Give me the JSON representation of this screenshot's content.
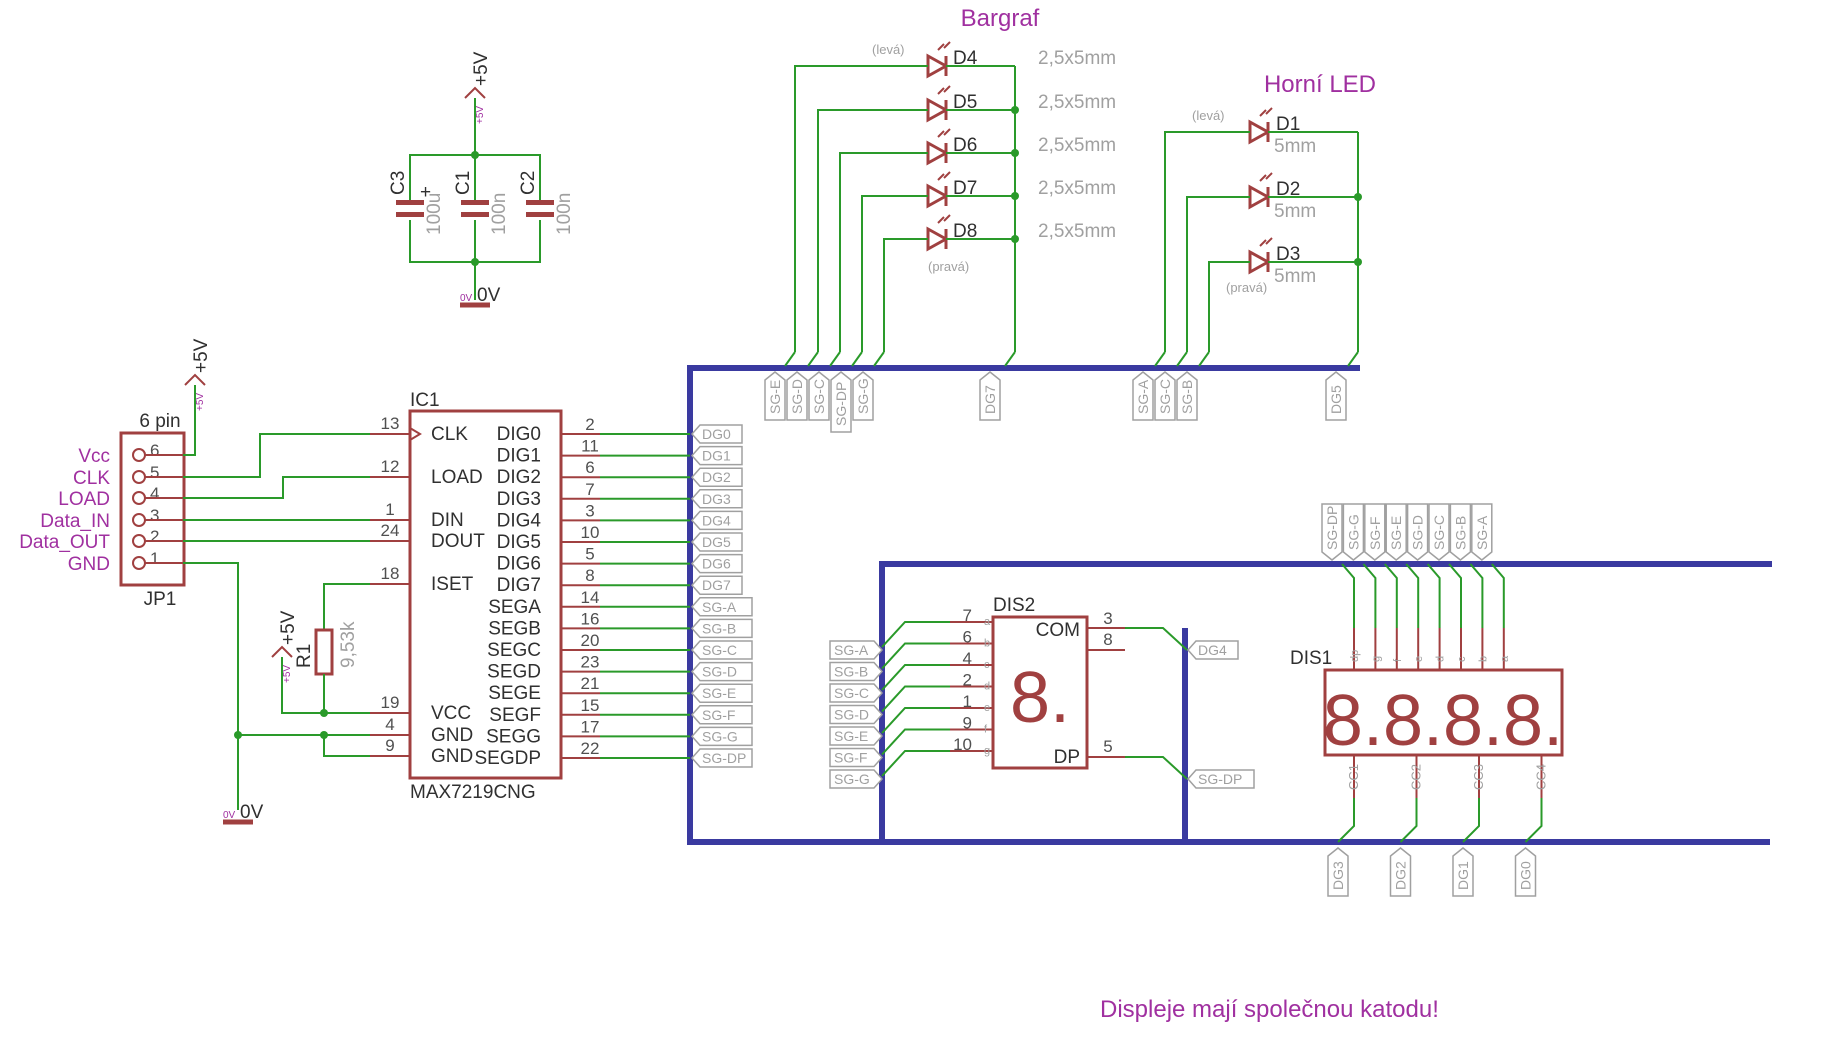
{
  "titles": {
    "bargraf": "Bargraf",
    "horni_led": "Horní LED",
    "note": "Displeje mají společnou katodu!"
  },
  "power": {
    "plus5v": "+5V",
    "plus5v_small": "+5V",
    "zero_v": "0V",
    "zero_v_small": "0V"
  },
  "capacitors": [
    {
      "name": "C3",
      "value": "100u"
    },
    {
      "name": "C1",
      "value": "100n"
    },
    {
      "name": "C2",
      "value": "100n"
    }
  ],
  "bargraph_leds": [
    {
      "name": "D4",
      "size": "2,5x5mm",
      "note": "(levá)"
    },
    {
      "name": "D5",
      "size": "2,5x5mm",
      "note": ""
    },
    {
      "name": "D6",
      "size": "2,5x5mm",
      "note": ""
    },
    {
      "name": "D7",
      "size": "2,5x5mm",
      "note": ""
    },
    {
      "name": "D8",
      "size": "2,5x5mm",
      "note": "(pravá)"
    }
  ],
  "top_leds": [
    {
      "name": "D1",
      "size": "5mm",
      "note": "(levá)"
    },
    {
      "name": "D2",
      "size": "5mm",
      "note": ""
    },
    {
      "name": "D3",
      "size": "5mm",
      "note": "(pravá)"
    }
  ],
  "connector": {
    "name": "JP1",
    "caption": "6 pin",
    "pins": [
      {
        "num": "6",
        "label": "Vcc"
      },
      {
        "num": "5",
        "label": "CLK"
      },
      {
        "num": "4",
        "label": "LOAD"
      },
      {
        "num": "3",
        "label": "Data_IN"
      },
      {
        "num": "2",
        "label": "Data_OUT"
      },
      {
        "num": "1",
        "label": "GND"
      }
    ]
  },
  "ic": {
    "name": "IC1",
    "part": "MAX7219CNG",
    "left_pins": [
      {
        "num": "13",
        "name": "CLK"
      },
      {
        "num": "12",
        "name": "LOAD"
      },
      {
        "num": "1",
        "name": "DIN"
      },
      {
        "num": "24",
        "name": "DOUT"
      },
      {
        "num": "18",
        "name": "ISET"
      },
      {
        "num": "19",
        "name": "VCC"
      },
      {
        "num": "4",
        "name": "GND"
      },
      {
        "num": "9",
        "name": "GND"
      }
    ],
    "right_pins": [
      {
        "num": "2",
        "name": "DIG0"
      },
      {
        "num": "11",
        "name": "DIG1"
      },
      {
        "num": "6",
        "name": "DIG2"
      },
      {
        "num": "7",
        "name": "DIG3"
      },
      {
        "num": "3",
        "name": "DIG4"
      },
      {
        "num": "10",
        "name": "DIG5"
      },
      {
        "num": "5",
        "name": "DIG6"
      },
      {
        "num": "8",
        "name": "DIG7"
      },
      {
        "num": "14",
        "name": "SEGA"
      },
      {
        "num": "16",
        "name": "SEGB"
      },
      {
        "num": "20",
        "name": "SEGC"
      },
      {
        "num": "23",
        "name": "SEGD"
      },
      {
        "num": "21",
        "name": "SEGE"
      },
      {
        "num": "15",
        "name": "SEGF"
      },
      {
        "num": "17",
        "name": "SEGG"
      },
      {
        "num": "22",
        "name": "SEGDP"
      }
    ]
  },
  "ic_net_labels": [
    "DG0",
    "DG1",
    "DG2",
    "DG3",
    "DG4",
    "DG5",
    "DG6",
    "DG7",
    "SG-A",
    "SG-B",
    "SG-C",
    "SG-D",
    "SG-E",
    "SG-F",
    "SG-G",
    "SG-DP"
  ],
  "resistor": {
    "name": "R1",
    "value": "9,53k"
  },
  "bargraph_net_labels": [
    "SG-E",
    "SG-D",
    "SG-C",
    "SG-DP",
    "SG-G",
    "DG7"
  ],
  "top_led_net_labels": [
    "SG-A",
    "SG-C",
    "SG-B",
    "DG5"
  ],
  "dis2": {
    "name": "DIS2",
    "com": "COM",
    "dp": "DP",
    "digit": "8.",
    "seg_pins": [
      {
        "num": "7",
        "seg": "a",
        "net": "SG-A"
      },
      {
        "num": "6",
        "seg": "b",
        "net": "SG-B"
      },
      {
        "num": "4",
        "seg": "c",
        "net": "SG-C"
      },
      {
        "num": "2",
        "seg": "d",
        "net": "SG-D"
      },
      {
        "num": "1",
        "seg": "e",
        "net": "SG-E"
      },
      {
        "num": "9",
        "seg": "f",
        "net": "SG-F"
      },
      {
        "num": "10",
        "seg": "g",
        "net": "SG-G"
      }
    ],
    "com_pins": [
      "3",
      "8"
    ],
    "dp_pin": "5",
    "com_net": "DG4",
    "dp_net": "SG-DP"
  },
  "dis1": {
    "name": "DIS1",
    "digits": "8.8.8.8.",
    "top_pins": [
      "dp",
      "g",
      "f",
      "e",
      "d",
      "c",
      "b",
      "a"
    ],
    "top_nets": [
      "SG-DP",
      "SG-G",
      "SG-F",
      "SG-E",
      "SG-D",
      "SG-C",
      "SG-B",
      "SG-A"
    ],
    "bottom_pins": [
      "CC1",
      "CC2",
      "CC3",
      "CC4"
    ],
    "bottom_nets": [
      "DG3",
      "DG2",
      "DG1",
      "DG0"
    ]
  }
}
